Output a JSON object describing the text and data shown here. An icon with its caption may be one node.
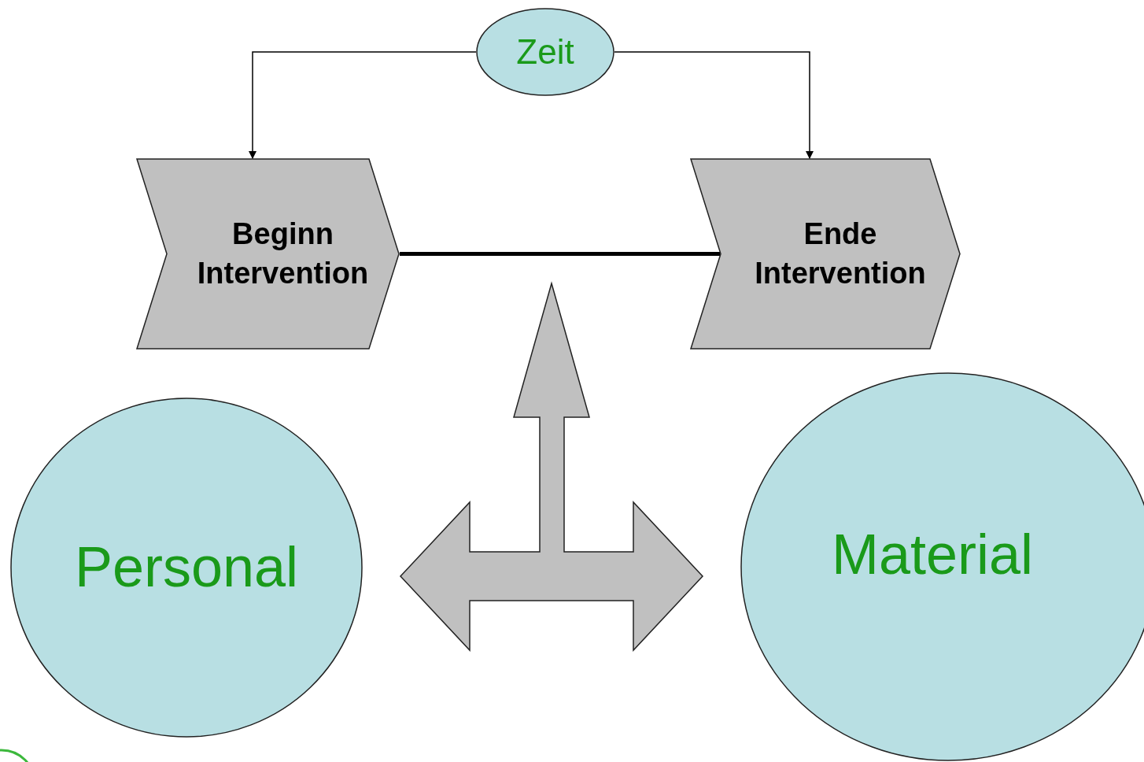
{
  "diagram": {
    "nodes": [
      {
        "text": [
          "Zeit"
        ]
      },
      {
        "text": [
          "Beginn Intervention"
        ]
      },
      {
        "text": [
          "Ende Intervention"
        ]
      },
      {
        "text": [
          "Personal"
        ]
      },
      {
        "text": [
          "Material"
        ]
      },
      {
        "text": [],
        "shape": "arrow"
      }
    ],
    "edges": [
      {
        "from": 0,
        "to": 1,
        "arrow": "to"
      },
      {
        "from": 0,
        "to": 2,
        "arrow": "to"
      },
      {
        "from": 1,
        "to": 2,
        "arrow": "none",
        "style": "thick"
      }
    ]
  }
}
